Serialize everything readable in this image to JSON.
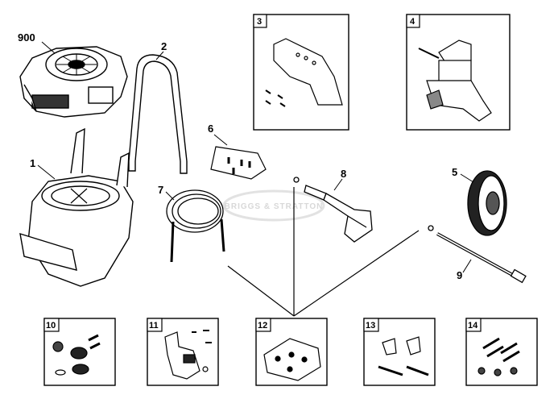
{
  "diagram": {
    "watermark": "BRIGGS & STRATTON",
    "part_labels": {
      "engine": "900",
      "frame": "1",
      "handle": "2",
      "wheel": "5",
      "hardware_kit": "6",
      "hose": "7",
      "spray_gun": "8",
      "spray_wand": "9"
    },
    "box_labels": {
      "engine_bracket": "3",
      "pump": "4",
      "wheel_hardware": "10",
      "detergent_tank": "11",
      "panel_kit": "12",
      "nozzle_kit": "13",
      "bolt_kit": "14"
    },
    "colors": {
      "line": "#000000",
      "fill": "#ffffff",
      "watermark": "#d8d8d8"
    }
  }
}
